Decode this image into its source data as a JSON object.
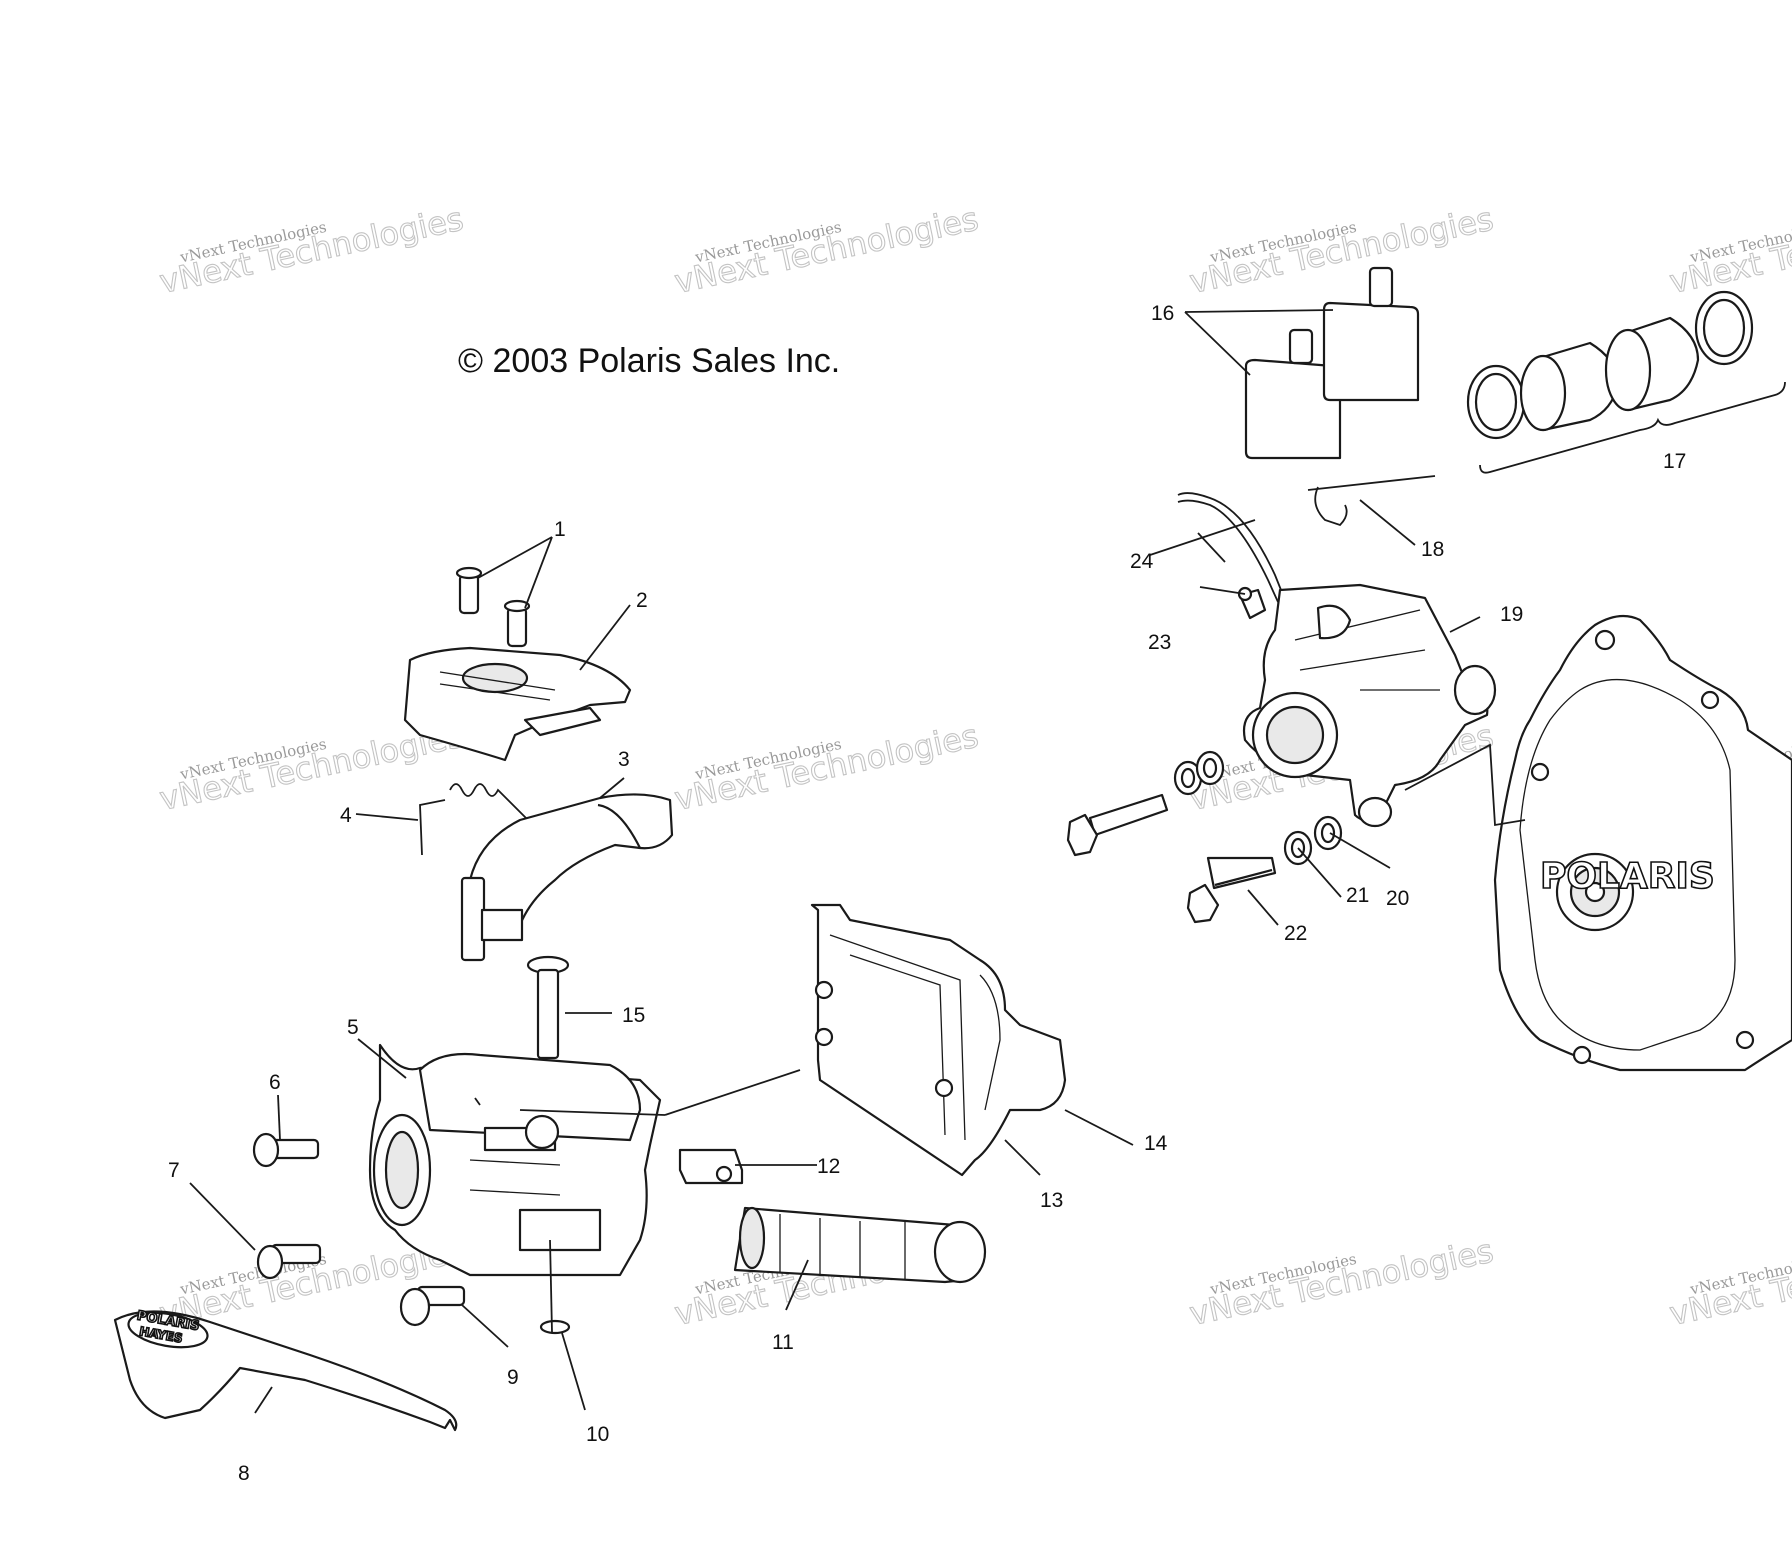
{
  "copyright": "© 2003 Polaris Sales Inc.",
  "watermark": {
    "line1": "vNext Technologies",
    "line2": "vNext Technologies"
  },
  "logo_polaris": "POLARIS",
  "logo_lever": [
    "POLARIS",
    "HAYES"
  ],
  "callouts": [
    "1",
    "2",
    "3",
    "4",
    "5",
    "6",
    "7",
    "8",
    "9",
    "10",
    "11",
    "12",
    "13",
    "14",
    "15",
    "16",
    "17",
    "18",
    "19",
    "20",
    "21",
    "22",
    "23",
    "24"
  ],
  "colors": {
    "line": "#1a1a1a",
    "background": "#ffffff",
    "watermark": "#b0b0b0"
  }
}
